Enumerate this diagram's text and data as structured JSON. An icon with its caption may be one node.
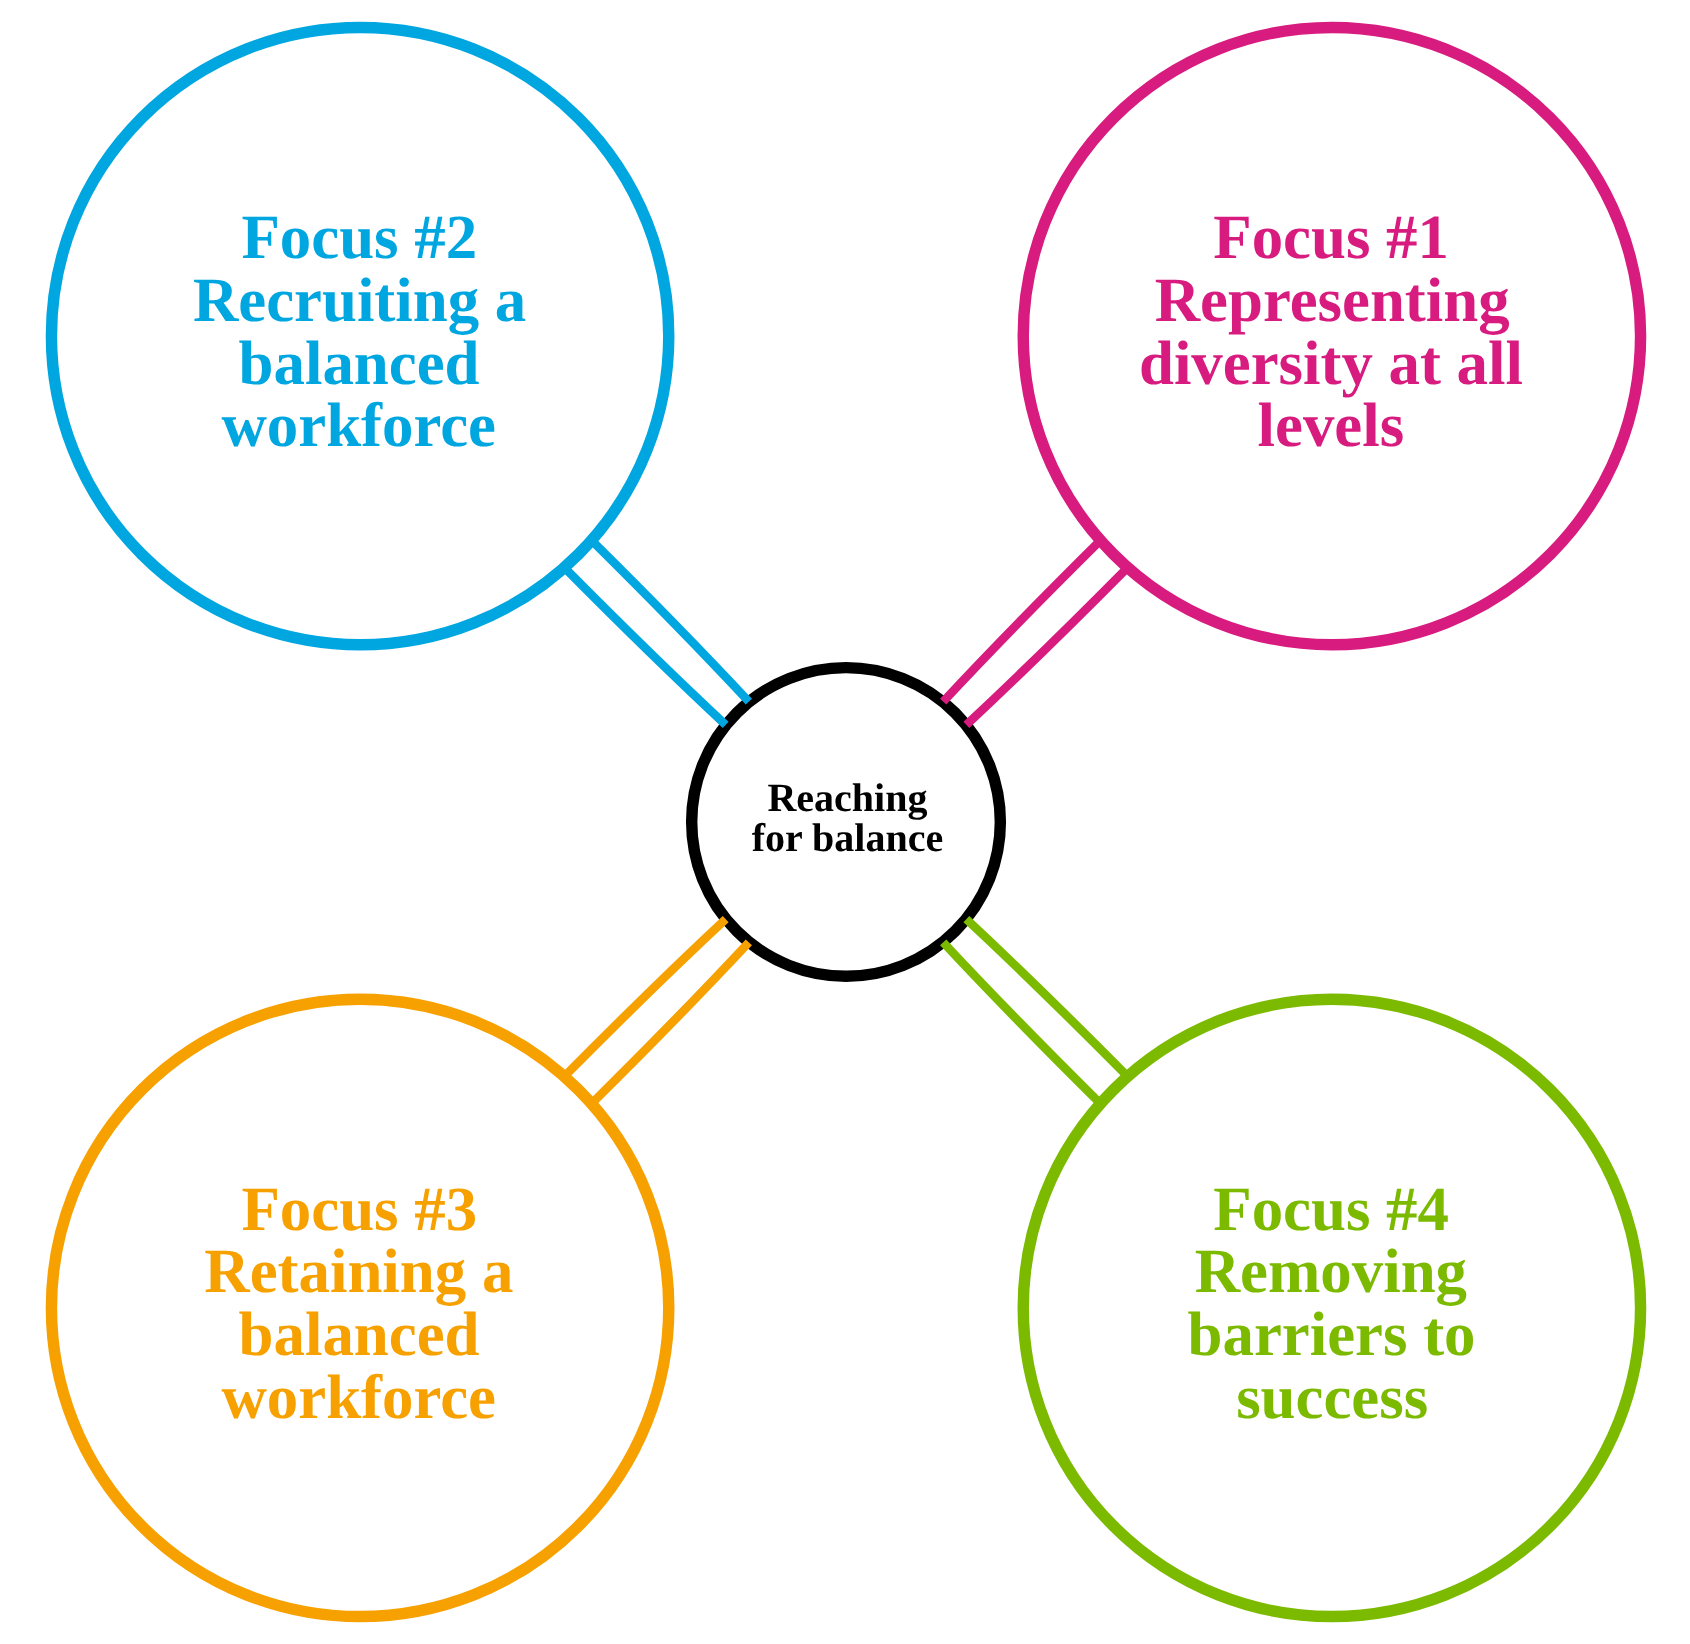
{
  "diagram": {
    "nodes": [
      {
        "text": [
          "Reaching for balance"
        ]
      },
      {
        "text": [
          "Focus #1",
          "Representing diversity at all levels"
        ]
      },
      {
        "text": [
          "Focus #2",
          "Recruiting a balanced workforce"
        ]
      },
      {
        "text": [
          "Focus #3",
          "Retaining a balanced workforce"
        ]
      },
      {
        "text": [
          "Focus #4",
          "Removing barriers to success"
        ]
      }
    ],
    "edges": [
      {
        "from": 1,
        "to": 0,
        "arrow": "none",
        "color": "#d81b7f"
      },
      {
        "from": 1,
        "to": 0,
        "arrow": "none",
        "color": "#d81b7f"
      },
      {
        "from": 2,
        "to": 0,
        "arrow": "none",
        "color": "#00a6e0"
      },
      {
        "from": 2,
        "to": 0,
        "arrow": "none",
        "color": "#00a6e0"
      },
      {
        "from": 3,
        "to": 0,
        "arrow": "none",
        "color": "#f7a100"
      },
      {
        "from": 3,
        "to": 0,
        "arrow": "none",
        "color": "#f7a100"
      },
      {
        "from": 4,
        "to": 0,
        "arrow": "none",
        "color": "#7cba00"
      },
      {
        "from": 4,
        "to": 0,
        "arrow": "none",
        "color": "#7cba00"
      }
    ]
  }
}
